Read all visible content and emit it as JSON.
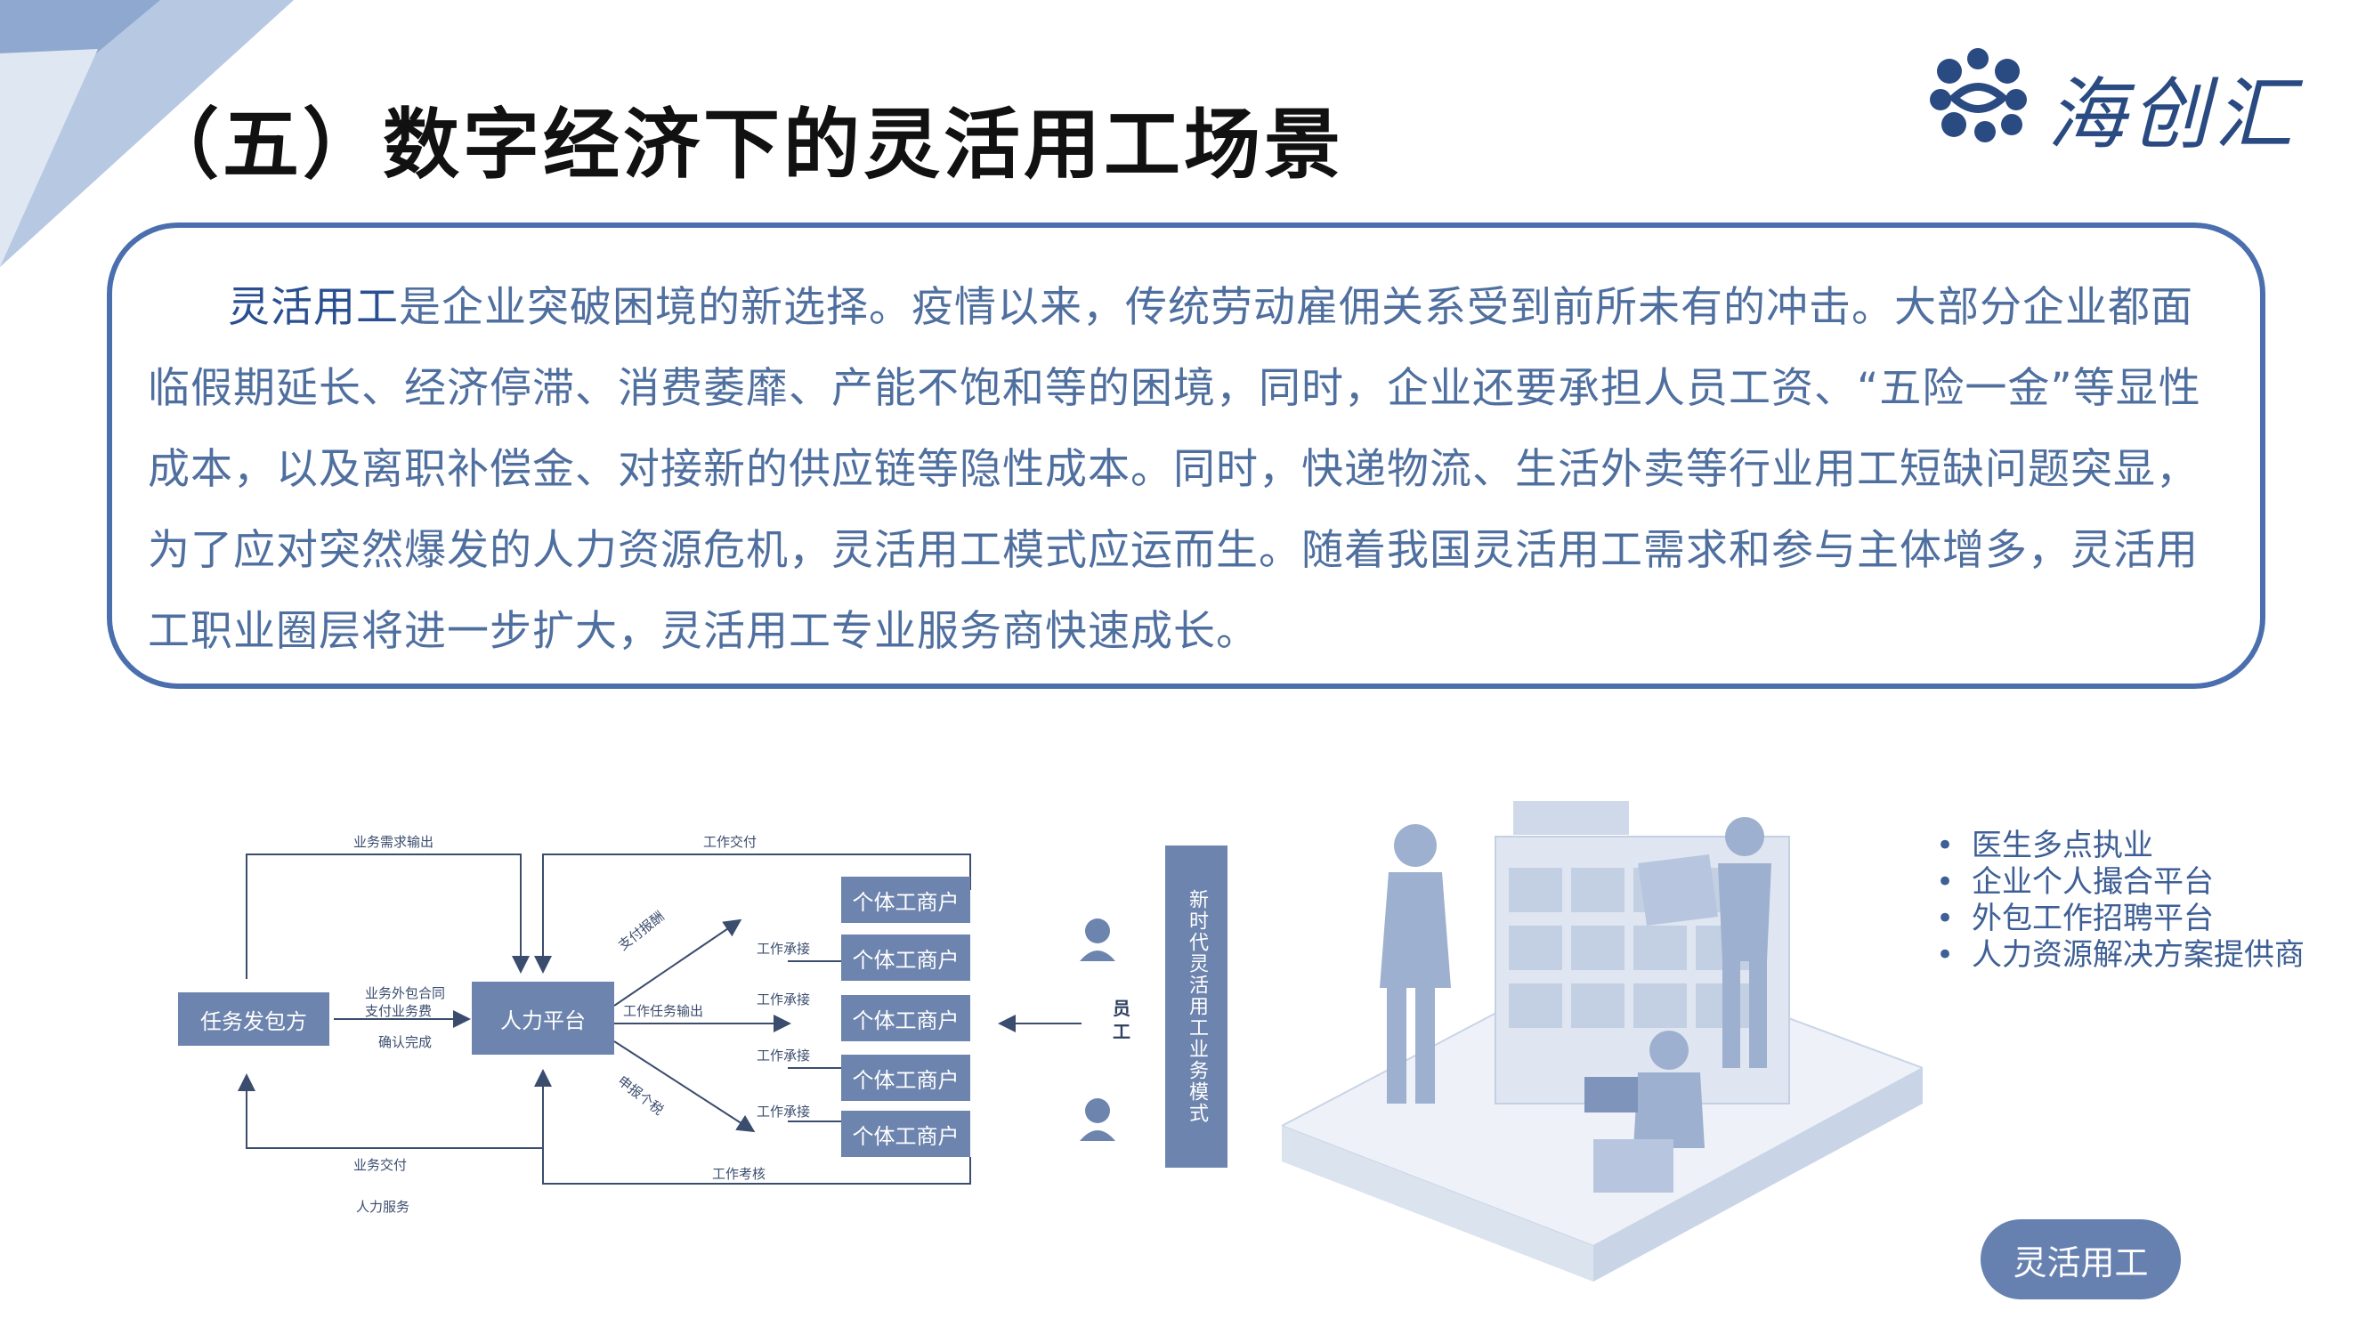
{
  "slide": {
    "title": "（五）数字经济下的灵活用工场景",
    "logo_text": "海创汇",
    "logo_icon": "wave-emblem-icon"
  },
  "intro": {
    "highlight": "灵活用工",
    "body": "是企业突破困境的新选择。疫情以来，传统劳动雇佣关系受到前所未有的冲击。大部分企业都面临假期延长、经济停滞、消费萎靡、产能不饱和等的困境，同时，企业还要承担人员工资、“五险一金”等显性成本，以及离职补偿金、对接新的供应链等隐性成本。同时，快递物流、生活外卖等行业用工短缺问题突显，为了应对突然爆发的人力资源危机，灵活用工模式应运而生。随着我国灵活用工需求和参与主体增多，灵活用工职业圈层将进一步扩大，灵活用工专业服务商快速成长。"
  },
  "diagram": {
    "issuer": "任务发包方",
    "platform": "人力平台",
    "merchants": [
      "个体工商户",
      "个体工商户",
      "个体工商户",
      "个体工商户",
      "个体工商户"
    ],
    "labels": {
      "business_demand": "业务需求输出",
      "work_delivery_top": "工作交付",
      "outsourcing_line1": "业务外包合同",
      "outsourcing_line2": "支付业务费",
      "confirm": "确认完成",
      "business_delivery": "业务交付",
      "hr_service": "人力服务",
      "pay_reward": "支付报酬",
      "task_output": "工作任务输出",
      "report_tax": "申报个税",
      "undertake": [
        "工作承接",
        "工作承接",
        "工作承接",
        "工作承接"
      ],
      "work_review": "工作考核"
    },
    "worker_label": "员工",
    "model_label": "新时代灵活用工业务模式"
  },
  "bullets": [
    "医生多点执业",
    "企业个人撮合平台",
    "外包工作招聘平台",
    "人力资源解决方案提供商"
  ],
  "badge": "灵活用工",
  "colors": {
    "accent": "#4b6fae",
    "box": "#6d84ae",
    "text": "#4f6f9f",
    "title": "#111111"
  }
}
